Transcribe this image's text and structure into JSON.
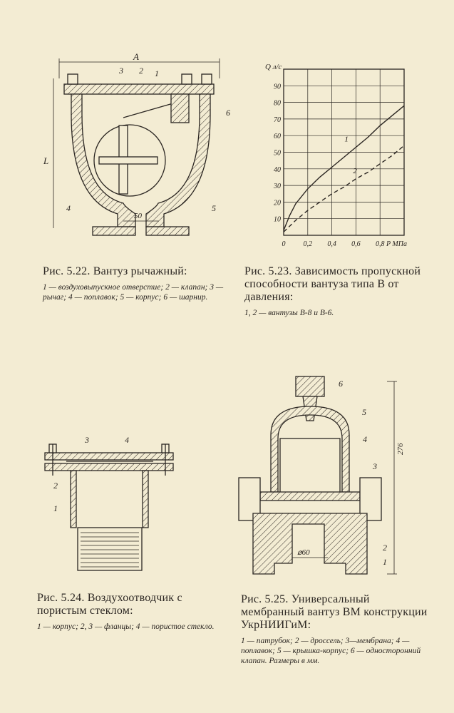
{
  "fig522": {
    "caption": "Рис. 5.22. Вантуз рычажный:",
    "legend": "1 — воздуховыпускное отверстие; 2 — клапан; 3 — рычаг; 4 — поплавок; 5 — корпус; 6 — шарнир.",
    "labels": {
      "A": "A",
      "L": "L",
      "n1": "1",
      "n2": "2",
      "n3": "3",
      "n4": "4",
      "n5": "5",
      "n6": "6",
      "dim50": "50"
    }
  },
  "fig523": {
    "caption": "Рис. 5.23. Зависимость пропускной способности вантуза типа В от давления:",
    "legend": "1, 2 — вантузы В-8 и В-6."
  },
  "fig524": {
    "caption": "Рис. 5.24. Воздухоотводчик с пористым стеклом:",
    "legend": "1 — корпус; 2, 3 — фланцы; 4 — пористое стекло.",
    "labels": {
      "n1": "1",
      "n2": "2",
      "n3": "3",
      "n4": "4"
    }
  },
  "fig525": {
    "caption": "Рис. 5.25. Универсальный мембранный вантуз ВМ конструкции УкрНИИГиМ:",
    "legend": "1 — патрубок; 2 — дроссель; 3—мембрана; 4 — поплавок; 5 — крышка-корпус; 6 — односторонний клапан. Размеры в мм.",
    "labels": {
      "n1": "1",
      "n2": "2",
      "n3": "3",
      "n4": "4",
      "n5": "5",
      "n6": "6",
      "dim276": "276",
      "dim60": "⌀60"
    }
  },
  "chart_data": {
    "type": "line",
    "title": "",
    "xlabel": "P МПа",
    "ylabel": "Q л/с",
    "xlim": [
      0,
      1.0
    ],
    "ylim": [
      0,
      100
    ],
    "x_ticks": [
      "0",
      "0,2",
      "0,4",
      "0,6",
      "0,8"
    ],
    "y_ticks": [
      "10",
      "20",
      "30",
      "40",
      "50",
      "60",
      "70",
      "80",
      "90"
    ],
    "grid": true,
    "series": [
      {
        "name": "1",
        "style": "solid",
        "x": [
          0,
          0.05,
          0.1,
          0.2,
          0.3,
          0.4,
          0.5,
          0.6,
          0.7,
          0.8,
          0.9,
          1.0
        ],
        "y": [
          3,
          12,
          19,
          28,
          35,
          41,
          47,
          53,
          59,
          66,
          72,
          78
        ]
      },
      {
        "name": "2",
        "style": "dashed",
        "x": [
          0,
          0.1,
          0.2,
          0.3,
          0.4,
          0.5,
          0.6,
          0.7,
          0.8,
          0.9,
          1.0
        ],
        "y": [
          2,
          9,
          15,
          20,
          25,
          29,
          34,
          38,
          43,
          48,
          54
        ]
      }
    ]
  }
}
